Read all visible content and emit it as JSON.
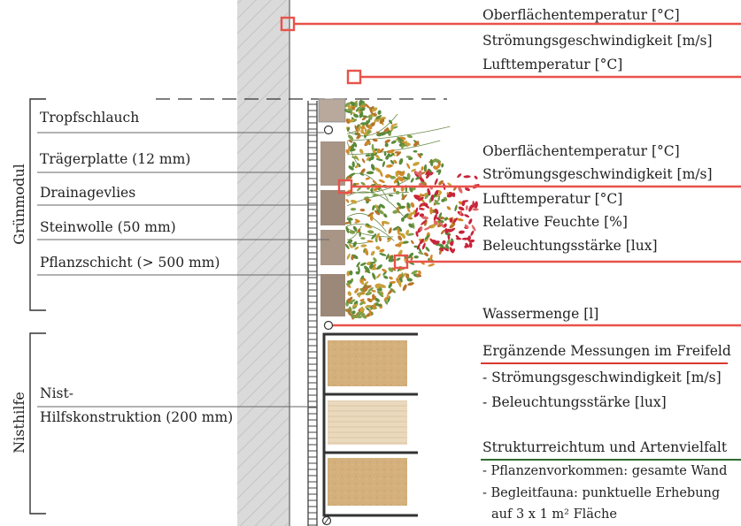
{
  "left_labels": {
    "tropfschlauch": "Tropfschlauch",
    "traegerplatte": "Trägerplatte (12 mm)",
    "drainagevlies": "Drainagevlies",
    "steinwolle": "Steinwolle (50 mm)",
    "pflanzschicht": "Pflanzschicht (> 500 mm)",
    "nist_line1": "Nist-",
    "nist_line2": "Hilfskonstruktion (200 mm)"
  },
  "group_labels": {
    "gruenmodul": "Grünmodul",
    "nisthilfe": "Nisthilfe"
  },
  "sensor_top": {
    "line1": "Oberflächentemperatur [°C]",
    "line2": "Strömungsgeschwindigkeit [m/s]",
    "line3": "Lufttemperatur [°C]"
  },
  "sensor_mid": {
    "line1": "Oberflächentemperatur [°C]",
    "line2": "Strömungsgeschwindigkeit [m/s]",
    "line3": "Lufttemperatur [°C]",
    "line4": "Relative Feuchte [%]",
    "line5": "Beleuchtungsstärke [lux]"
  },
  "water": {
    "label": "Wassermenge [l]"
  },
  "freifeld": {
    "heading": "Ergänzende Messungen im Freifeld",
    "item1": "- Strömungsgeschwindigkeit [m/s]",
    "item2": "- Beleuchtungsstärke [lux]"
  },
  "struktur": {
    "heading": "Strukturreichtum und Artenvielfalt",
    "item1": "- Pflanzenvorkommen: gesamte Wand",
    "item2": "- Begleitfauna: punktuelle Erhebung",
    "item3": "auf 3 x 1 m² Fläche"
  },
  "colors": {
    "sensor_red": "#e8524a",
    "underline_red": "#d9382f",
    "underline_green": "#2f6b2f",
    "wall_gray": "#dcdcdc",
    "module_brown": "#a89586",
    "nest_tan": "#d4b07c",
    "leaf_green": "#5a8a3a",
    "leaf_orange": "#d08a2a",
    "leaf_red": "#c8243a"
  }
}
